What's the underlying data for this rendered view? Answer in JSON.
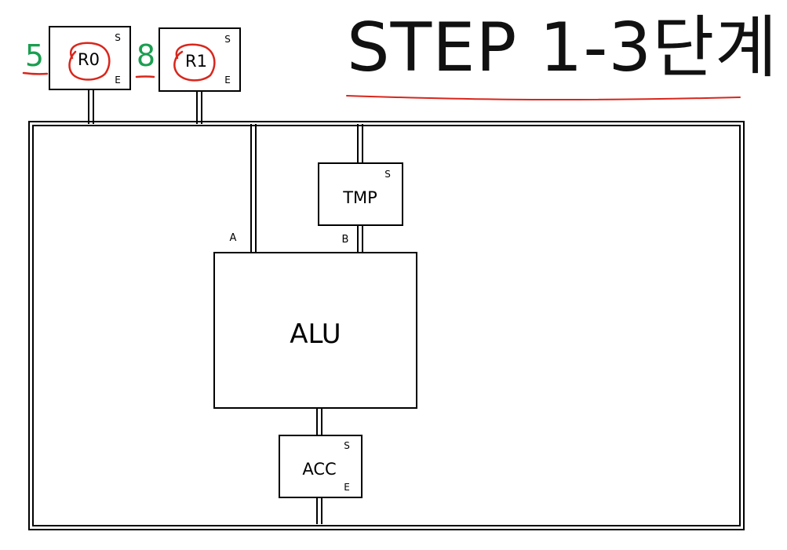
{
  "title": "STEP 1-3단계",
  "registers": {
    "r0": {
      "name": "R0",
      "s": "S",
      "e": "E"
    },
    "r1": {
      "name": "R1",
      "s": "S",
      "e": "E"
    }
  },
  "values": {
    "r0": "5",
    "r1": "8"
  },
  "tmp": {
    "name": "TMP",
    "s": "S"
  },
  "alu": {
    "name": "ALU",
    "input_a": "A",
    "input_b": "B"
  },
  "acc": {
    "name": "ACC",
    "s": "S",
    "e": "E"
  },
  "colors": {
    "annotation_red": "#d9261c",
    "value_green": "#1a9e50",
    "line": "#000000"
  }
}
